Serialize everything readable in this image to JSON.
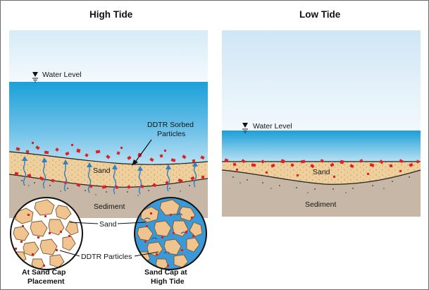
{
  "panels": {
    "high_tide": {
      "title": "High Tide",
      "water_level_label": "Water Level",
      "particles_label_line1": "DDTR Sorbed",
      "particles_label_line2": "Particles",
      "sand_label": "Sand",
      "sediment_label": "Sediment"
    },
    "low_tide": {
      "title": "Low Tide",
      "water_level_label": "Water Level",
      "sand_label": "Sand",
      "sediment_label": "Sediment"
    }
  },
  "insets": {
    "sand_label": "Sand",
    "particles_label": "DDTR Particles",
    "left_caption_line1": "At Sand Cap",
    "left_caption_line2": "Placement",
    "right_caption_line1": "Sand Cap at",
    "right_caption_line2": "High Tide"
  },
  "colors": {
    "water_deep": "#1aa0d8",
    "water_light": "#e9f4fa",
    "sand": "#efcf9c",
    "sediment": "#c6b7a7",
    "particle_red": "#e02020",
    "arrow_blue": "#2f7fc4",
    "outline": "#222222"
  }
}
